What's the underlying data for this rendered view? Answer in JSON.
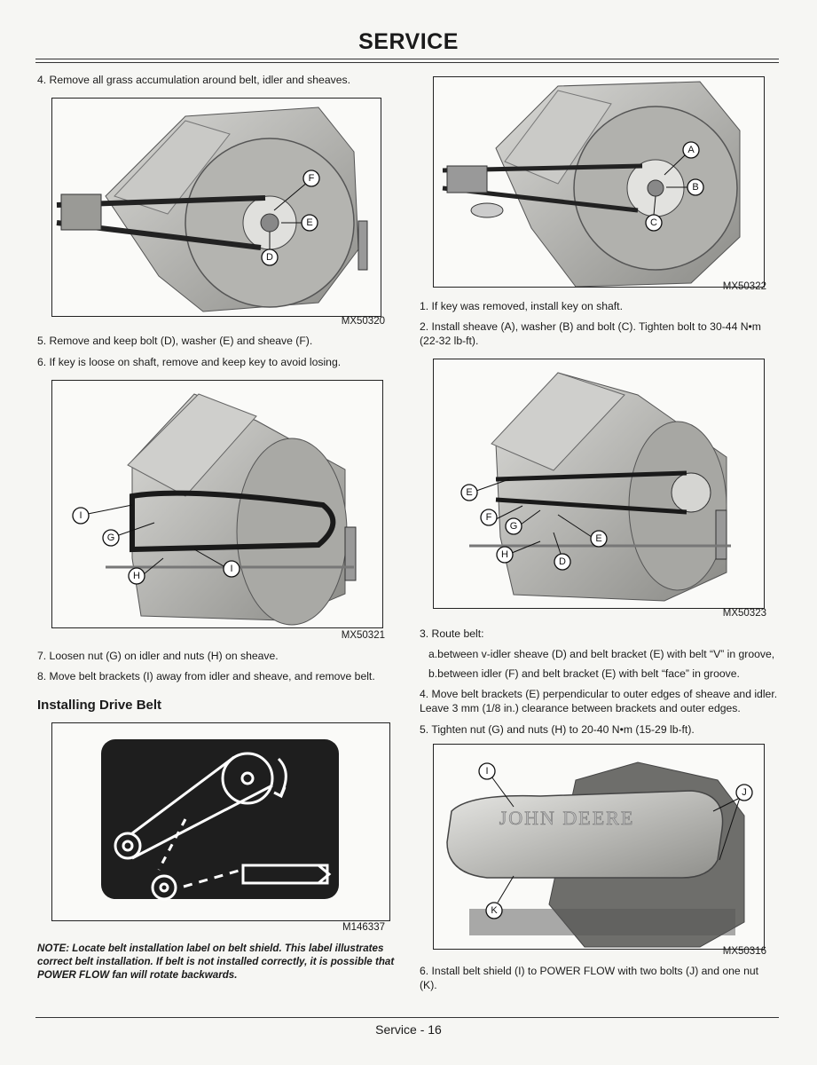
{
  "header": {
    "title": "SERVICE"
  },
  "left": {
    "step4": "4. Remove all grass accumulation around belt, idler and sheaves.",
    "fig1": {
      "code": "MX50320",
      "callouts": [
        "F",
        "E",
        "D"
      ]
    },
    "step5": "5. Remove and keep bolt (D), washer (E) and sheave (F).",
    "step6": "6. If key is loose on shaft, remove and keep key to avoid losing.",
    "fig2": {
      "code": "MX50321",
      "callouts": [
        "I",
        "G",
        "H",
        "I"
      ]
    },
    "step7": "7. Loosen nut (G) on idler and nuts (H) on sheave.",
    "step8": "8. Move belt brackets (I) away from idler and sheave, and remove belt.",
    "section": "Installing Drive Belt",
    "fig3": {
      "code": "M146337"
    },
    "note": "NOTE: Locate belt installation label on belt shield. This label illustrates correct belt installation. If belt is not installed correctly, it is possible that POWER FLOW fan will rotate backwards."
  },
  "right": {
    "fig4": {
      "code": "MX50322",
      "callouts": [
        "A",
        "B",
        "C"
      ]
    },
    "step1": "1. If key was removed, install key on shaft.",
    "step2": "2. Install sheave (A), washer (B) and bolt (C). Tighten bolt to 30-44 N•m (22-32 lb-ft).",
    "fig5": {
      "code": "MX50323",
      "callouts": [
        "E",
        "F",
        "G",
        "E",
        "H",
        "D"
      ]
    },
    "step3": "3. Route belt:",
    "step3a": "a.between v-idler sheave (D) and belt bracket (E) with belt “V” in groove,",
    "step3b": "b.between idler (F) and belt bracket (E) with belt “face” in groove.",
    "step4": "4. Move belt brackets (E) perpendicular to outer edges of sheave and idler. Leave 3 mm (1/8 in.) clearance between brackets and outer edges.",
    "step5": "5. Tighten nut (G) and nuts (H) to 20-40 N•m (15-29 lb-ft).",
    "fig6": {
      "code": "MX50316",
      "callouts": [
        "I",
        "J",
        "K"
      ],
      "brand": "JOHN DEERE"
    },
    "step6": "6. Install belt shield (I) to POWER FLOW with two bolts (J) and one nut (K)."
  },
  "footer": {
    "page": "Service - 16"
  }
}
